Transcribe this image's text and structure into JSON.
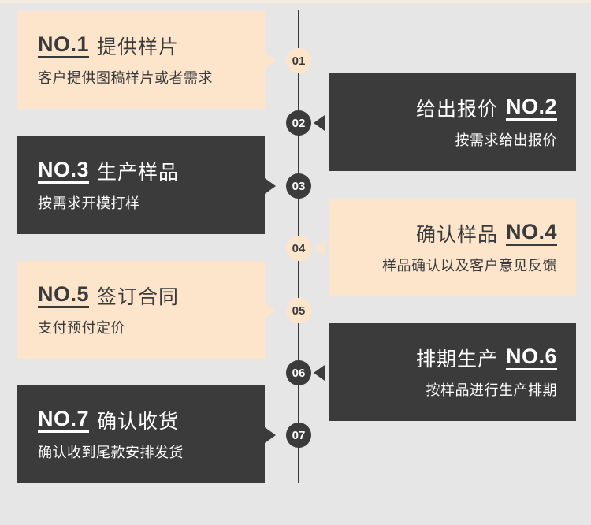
{
  "steps": [
    {
      "num": "NO.1",
      "title": "提供样片",
      "desc": "客户提供图稿样片或者需求",
      "badge": "01"
    },
    {
      "num": "NO.2",
      "title": "给出报价",
      "desc": "按需求给出报价",
      "badge": "02"
    },
    {
      "num": "NO.3",
      "title": "生产样品",
      "desc": "按需求开模打样",
      "badge": "03"
    },
    {
      "num": "NO.4",
      "title": "确认样品",
      "desc": "样品确认以及客户意见反馈",
      "badge": "04"
    },
    {
      "num": "NO.5",
      "title": "签订合同",
      "desc": "支付预付定价",
      "badge": "05"
    },
    {
      "num": "NO.6",
      "title": "排期生产",
      "desc": "按样品进行生产排期",
      "badge": "06"
    },
    {
      "num": "NO.7",
      "title": "确认收货",
      "desc": "确认收到尾款安排发货",
      "badge": "07"
    }
  ],
  "colors": {
    "light": "#fde5cc",
    "dark": "#3b3b3b",
    "background": "#e6e6e6"
  }
}
